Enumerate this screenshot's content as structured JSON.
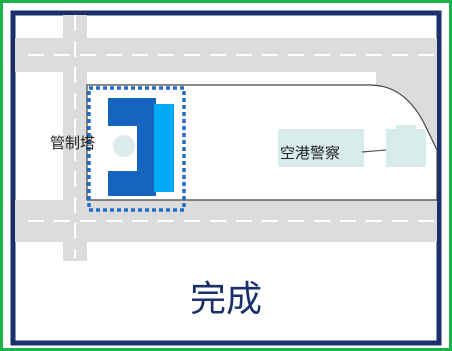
{
  "map": {
    "labels": {
      "control_tower": "管制塔",
      "airport_police": "空港警察"
    },
    "caption": "完成"
  },
  "colors": {
    "frame_outer": "#1db34a",
    "frame_inner": "#1a2f6b",
    "background": "#ffffff",
    "road": "#dcdcdc",
    "road_marking": "#ffffff",
    "control_tower_building": "#1565c0",
    "control_tower_annex": "#03a9f4",
    "tower_round": "#dcebeb",
    "selection_outline": "#1e6fc6",
    "police_building": "#d8ecec",
    "caption_text": "#1a2f6b"
  },
  "icons": {
    "control_tower": "control-tower-building",
    "airport_police": "police-building"
  }
}
